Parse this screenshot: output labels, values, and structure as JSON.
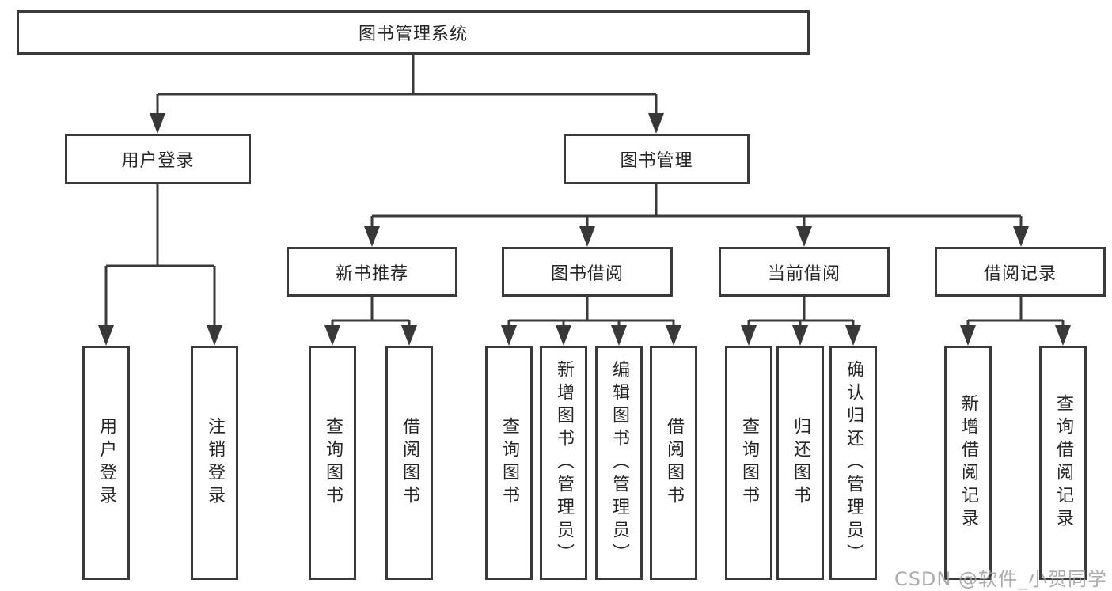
{
  "tree": {
    "root": {
      "label": "图书管理系统",
      "children": [
        {
          "label": "用户登录",
          "children": [
            {
              "label": "用户登录"
            },
            {
              "label": "注销登录"
            }
          ]
        },
        {
          "label": "图书管理",
          "children": [
            {
              "label": "新书推荐",
              "children": [
                {
                  "label": "查询图书"
                },
                {
                  "label": "借阅图书"
                }
              ]
            },
            {
              "label": "图书借阅",
              "children": [
                {
                  "label": "查询图书"
                },
                {
                  "label": "新增图书（管理员）"
                },
                {
                  "label": "编辑图书（管理员）"
                },
                {
                  "label": "借阅图书"
                }
              ]
            },
            {
              "label": "当前借阅",
              "children": [
                {
                  "label": "查询图书"
                },
                {
                  "label": "归还图书"
                },
                {
                  "label": "确认归还（管理员）"
                }
              ]
            },
            {
              "label": "借阅记录",
              "children": [
                {
                  "label": "新增借阅记录"
                },
                {
                  "label": "查询借阅记录"
                }
              ]
            }
          ]
        }
      ]
    }
  },
  "watermark": {
    "text": "CSDN @软件_小贺同学"
  },
  "colors": {
    "line": "#3a3a3a",
    "box_border": "#3a3a3a",
    "box_fill": "#ffffff",
    "text": "#262626",
    "background": "#ffffff",
    "watermark": "#9e9e9e"
  }
}
